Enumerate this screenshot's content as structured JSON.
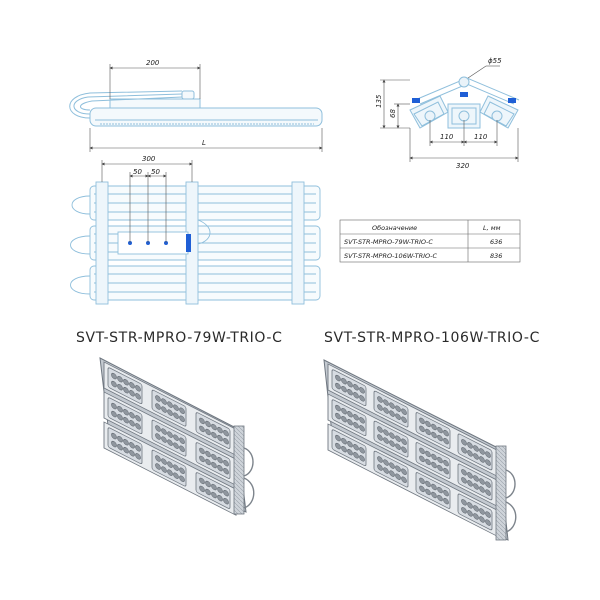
{
  "drawing": {
    "side_view": {
      "dim_top": "200",
      "dim_length": "L"
    },
    "end_view": {
      "dim_diameter": "ϕ55",
      "dim_height_total": "135",
      "dim_height_inner": "68",
      "dim_pitch_left": "110",
      "dim_pitch_right": "110",
      "dim_width": "320"
    },
    "top_view": {
      "dim_overall": "300",
      "dim_a": "50",
      "dim_b": "50"
    },
    "table": {
      "headers": [
        "Обозначение",
        "L, мм"
      ],
      "rows": [
        [
          "SVT-STR-MPRO-79W-TRIO-C",
          "636"
        ],
        [
          "SVT-STR-MPRO-106W-TRIO-C",
          "836"
        ]
      ]
    }
  },
  "products": [
    {
      "name": "SVT-STR-MPRO-79W-TRIO-C"
    },
    {
      "name": "SVT-STR-MPRO-106W-TRIO-C"
    }
  ],
  "colors": {
    "line": "#9ec7e0",
    "accent": "#1f5fd6",
    "dim": "#555555",
    "photo_face": "#dfe3e8",
    "photo_dark": "#8a9098"
  }
}
